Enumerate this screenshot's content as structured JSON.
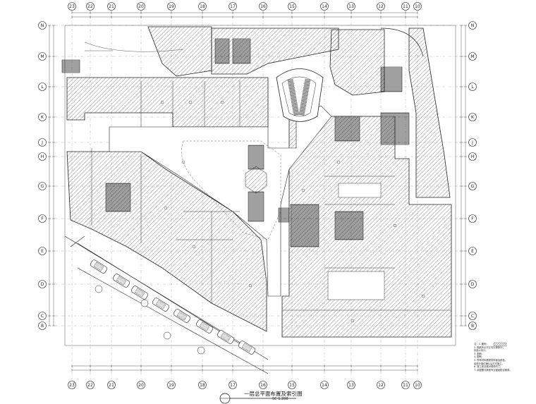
{
  "drawing": {
    "title": "一层总平面布置及索引图",
    "scale": "SC 1:200"
  },
  "grid": {
    "top_axis": [
      "23",
      "22",
      "21",
      "20",
      "19",
      "18",
      "17",
      "16",
      "15",
      "14",
      "13",
      "12",
      "11",
      "10"
    ],
    "bottom_axis": [
      "23",
      "22",
      "21",
      "20",
      "19",
      "18",
      "17",
      "16",
      "15",
      "14",
      "13",
      "12",
      "11",
      "10"
    ],
    "left_axis": [
      "N",
      "M",
      "L",
      "K",
      "J",
      "H",
      "G",
      "F",
      "E",
      "D",
      "C",
      "B"
    ],
    "right_axis": [
      "N",
      "M",
      "L",
      "K",
      "J",
      "H",
      "G",
      "F",
      "E",
      "D",
      "C",
      "B"
    ]
  },
  "notes": {
    "lines": [
      "注：1. 图例：",
      "2. 图纸所示尺寸均以毫米计，",
      "   标高以米计。",
      "3. 图例：",
      "4. 图例：",
      "5. 所有材料需提供样板及颜色，",
      "   经设计单位确认后方可施工。",
      "6. 施工前请核对现场尺寸。",
      "7. 本图需与其他专业图纸配合使用。"
    ]
  }
}
